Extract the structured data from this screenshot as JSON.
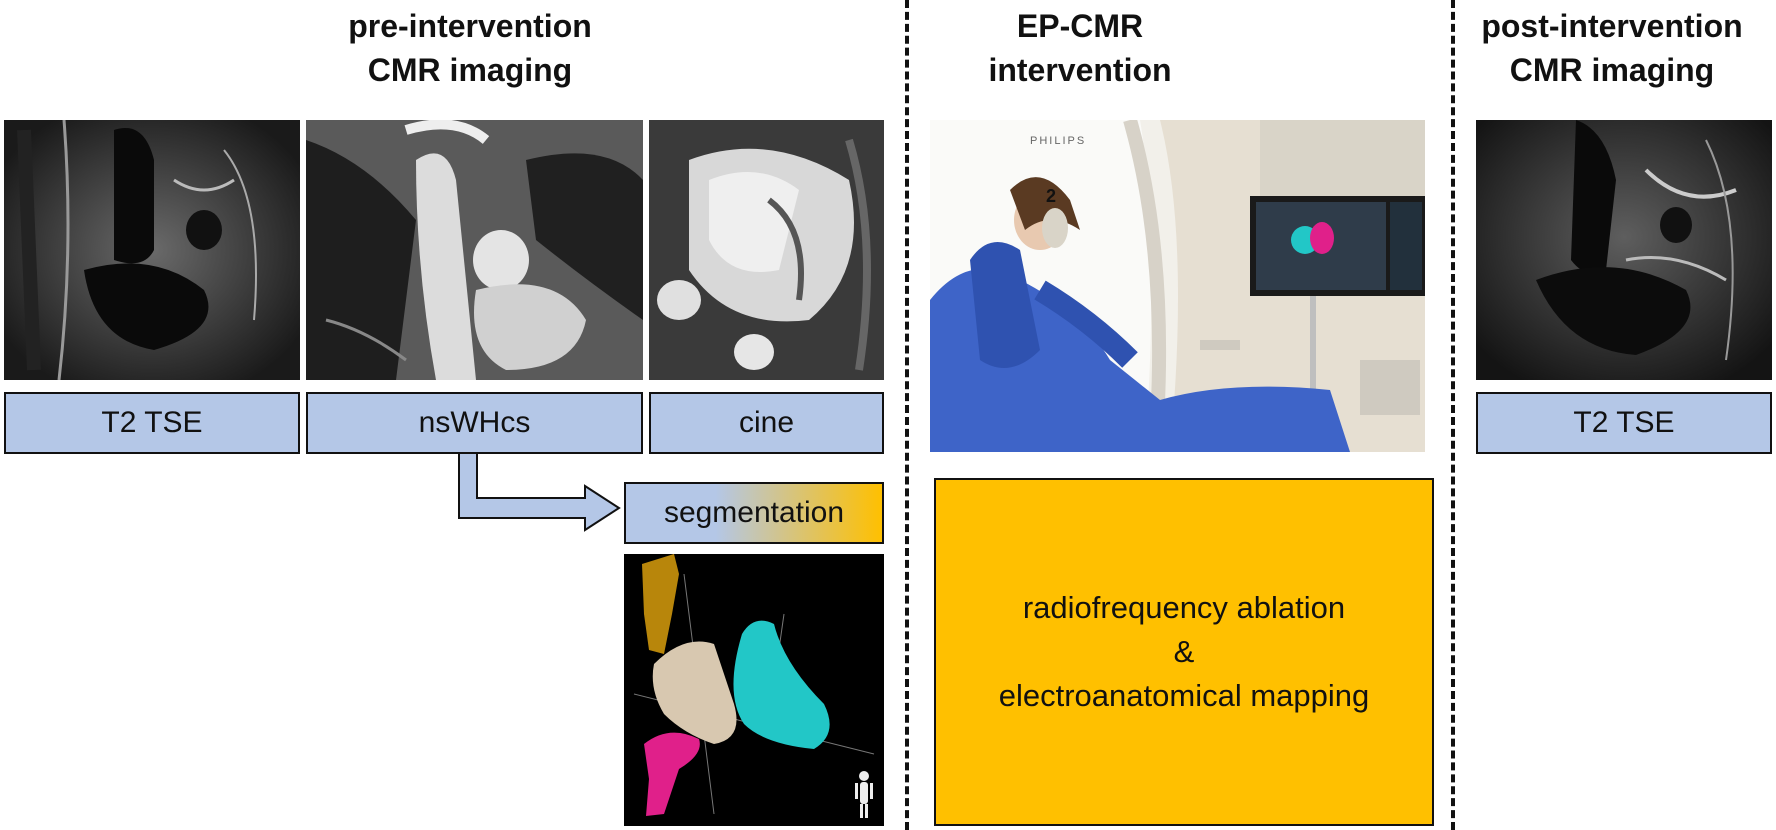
{
  "headings": {
    "pre": [
      "pre-intervention",
      "CMR imaging"
    ],
    "ep": [
      "EP-CMR",
      "intervention"
    ],
    "post": [
      "post-intervention",
      "CMR imaging"
    ]
  },
  "labels": {
    "t2_pre": "T2 TSE",
    "nswhcs": "nsWHcs",
    "cine": "cine",
    "segmentation": "segmentation",
    "t2_post": "T2 TSE"
  },
  "procedure": {
    "line1": "radiofrequency ablation",
    "line2": "&",
    "line3": "electroanatomical mapping"
  },
  "scanner_brand": "PHILIPS",
  "headphone_mark": "2",
  "colors": {
    "label_blue": "#b4c7e7",
    "procedure_orange": "#ffc000",
    "segment_gold": "#b8860b",
    "segment_cyan": "#22c7c7",
    "segment_beige": "#d8c8b0",
    "segment_magenta": "#e0208a"
  }
}
